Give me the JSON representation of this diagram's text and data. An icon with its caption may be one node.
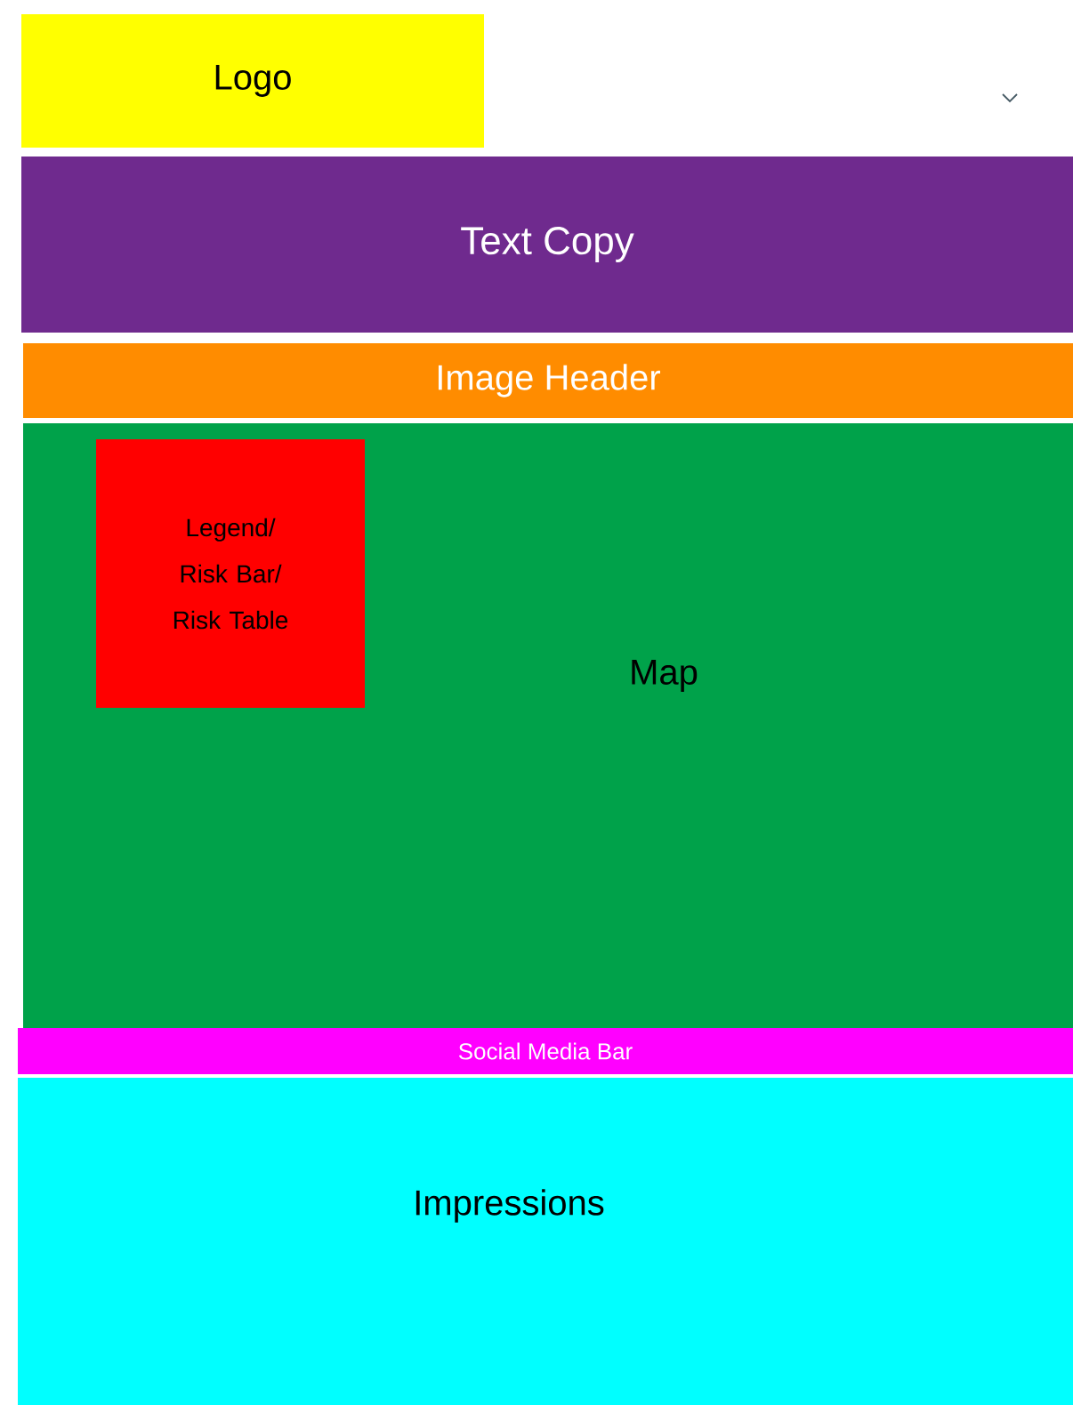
{
  "diagram": {
    "nodes": [
      {
        "text": [
          "Logo"
        ]
      },
      {
        "text": [
          "Text Copy"
        ]
      },
      {
        "text": [
          "Image Header"
        ]
      },
      {
        "text": [
          "Map"
        ]
      },
      {
        "text": [
          "Legend/ Risk Bar/ Risk Table"
        ],
        "in": 3
      },
      {
        "text": [
          "Social Media Bar"
        ]
      },
      {
        "text": [
          "Impressions"
        ]
      }
    ]
  }
}
